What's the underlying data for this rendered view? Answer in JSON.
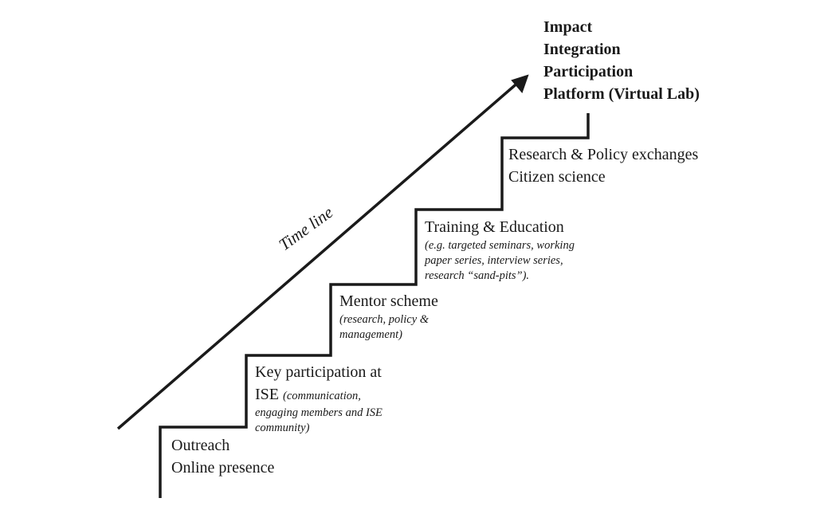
{
  "timeline": {
    "label": "Time line"
  },
  "goals": [
    "Impact",
    "Integration",
    "Participation",
    "Platform (Virtual Lab)"
  ],
  "steps": [
    {
      "lines": [
        "Outreach",
        "Online presence"
      ]
    },
    {
      "line1": "Key participation at",
      "line2": "ISE",
      "note_inline": "(communication,",
      "note_lines": [
        "engaging members and ISE",
        "community)"
      ]
    },
    {
      "title": "Mentor scheme",
      "note_lines": [
        "(research, policy &",
        "management)"
      ]
    },
    {
      "title": "Training & Education",
      "note_lines": [
        "(e.g. targeted seminars, working",
        "paper series, interview series,",
        "research “sand-pits”)."
      ]
    },
    {
      "lines": [
        "Research & Policy exchanges",
        "Citizen science"
      ]
    }
  ],
  "colors": {
    "line": "#1a1a1a",
    "text": "#1a1a1a"
  }
}
